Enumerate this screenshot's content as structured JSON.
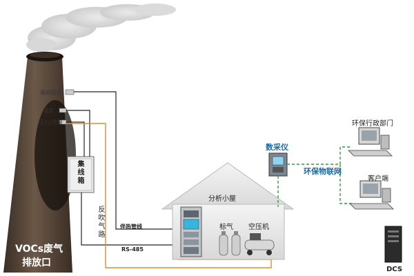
{
  "labels": {
    "sampling_probe": "采样探头",
    "temperature": "温度",
    "pressure_flow": "压力/流量",
    "junction_box": "集线箱",
    "backflush": "反吹气路",
    "heat_pipe": "伴热管线",
    "rs485": "RS-485",
    "analysis_house": "分析小屋",
    "std_gas": "标气",
    "compressor": "空压机",
    "daq": "数采仪",
    "iot": "环保物联网",
    "env_dept": "环保行政部门",
    "client": "客户端",
    "dcs": "DCS",
    "stack_line1": "VOCs废气",
    "stack_line2": "排放口"
  },
  "colors": {
    "chimney": "#4b3c30",
    "signal_line": "#222222",
    "heat_line": "#e08a2c",
    "network_line": "#2e9d3a",
    "house": "#ececec",
    "blue_text": "#1a6aa8"
  }
}
